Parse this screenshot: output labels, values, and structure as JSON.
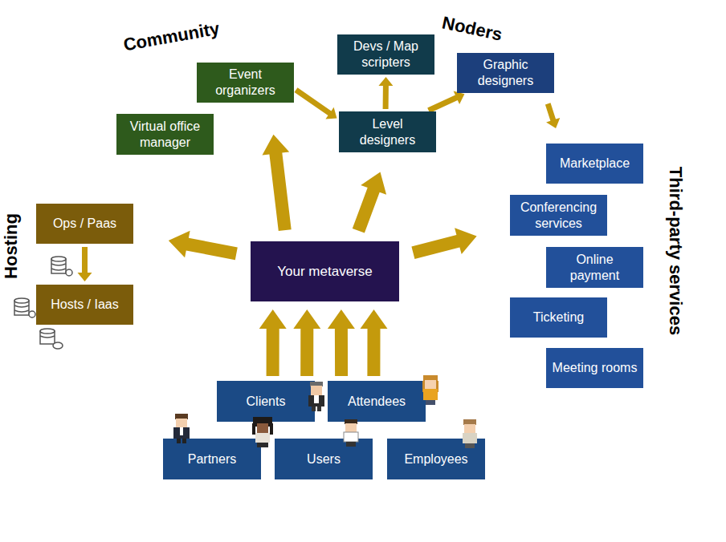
{
  "diagram": {
    "nodes": [
      {
        "text": [
          "Event organizers"
        ]
      },
      {
        "text": [
          "Virtual office manager"
        ]
      },
      {
        "text": [
          "Devs / Map scripters"
        ]
      },
      {
        "text": [
          "Level designers"
        ]
      },
      {
        "text": [
          "Graphic designers"
        ]
      },
      {
        "text": [
          "Ops /  Paas"
        ]
      },
      {
        "text": [
          "Hosts / Iaas"
        ]
      },
      {
        "text": [
          "Your metaverse"
        ]
      },
      {
        "text": [
          "Marketplace"
        ]
      },
      {
        "text": [
          "Conferencing services"
        ]
      },
      {
        "text": [
          "Online payment"
        ]
      },
      {
        "text": [
          "Ticketing"
        ]
      },
      {
        "text": [
          "Meeting rooms"
        ]
      },
      {
        "text": [
          "Clients"
        ]
      },
      {
        "text": [
          "Attendees"
        ]
      },
      {
        "text": [
          "Partners"
        ]
      },
      {
        "text": [
          "Users"
        ]
      },
      {
        "text": [
          "Employees"
        ]
      }
    ],
    "edges": [
      {
        "from": 0,
        "to": 3,
        "arrow": "to"
      },
      {
        "from": 3,
        "to": 2,
        "arrow": "to"
      },
      {
        "from": 3,
        "to": 4,
        "arrow": "to"
      },
      {
        "from": 4,
        "to": 8,
        "arrow": "to"
      },
      {
        "from": 5,
        "to": 6,
        "arrow": "to"
      },
      {
        "from": 7,
        "to": 5,
        "arrow": "to"
      },
      {
        "from": 7,
        "to": 0,
        "arrow": "to"
      },
      {
        "from": 7,
        "to": 3,
        "arrow": "to"
      },
      {
        "from": 7,
        "to": 9,
        "arrow": "to"
      },
      {
        "from": 13,
        "to": 7,
        "arrow": "to"
      },
      {
        "from": 13,
        "to": 7,
        "arrow": "to"
      },
      {
        "from": 14,
        "to": 7,
        "arrow": "to"
      },
      {
        "from": 14,
        "to": 7,
        "arrow": "to"
      }
    ],
    "labels": [
      "Community",
      "Noders",
      "Hosting",
      "Third-party services"
    ]
  }
}
